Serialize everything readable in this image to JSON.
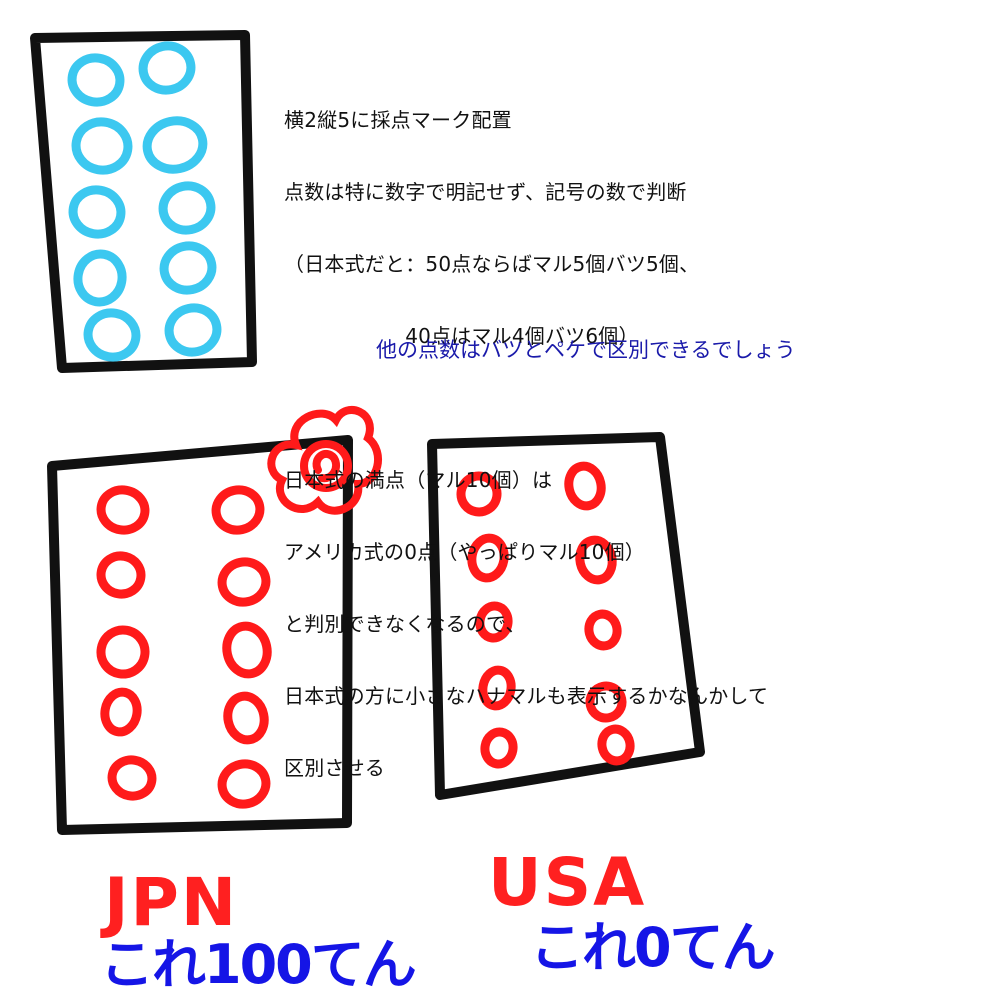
{
  "notes": {
    "lines": [
      "横2縦5に採点マーク配置",
      "点数は特に数字で明記せず、記号の数で判断",
      "（日本式だと：50点ならばマル5個バツ5個、",
      "　　　　　　40点はマル4個バツ6個）",
      "",
      "日本式の満点（マル10個）は",
      "アメリカ式の0点（やっぱりマル10個）",
      "と判別できなくなるので、",
      "日本式の方に小さなハナマルも表示するかなんかして",
      "区別させる"
    ],
    "blue_note": "他の点数はバツとペケで区別できるでしょう"
  },
  "labels": {
    "jpn": "JPN",
    "usa": "USA",
    "jpn_score": "これ100てん",
    "usa_score": "これ0てん"
  },
  "colors": {
    "outline": "#111111",
    "cyan_marks": "#3cc8f0",
    "red_marks": "#ff1a1a",
    "blue_text": "#1515e6"
  }
}
